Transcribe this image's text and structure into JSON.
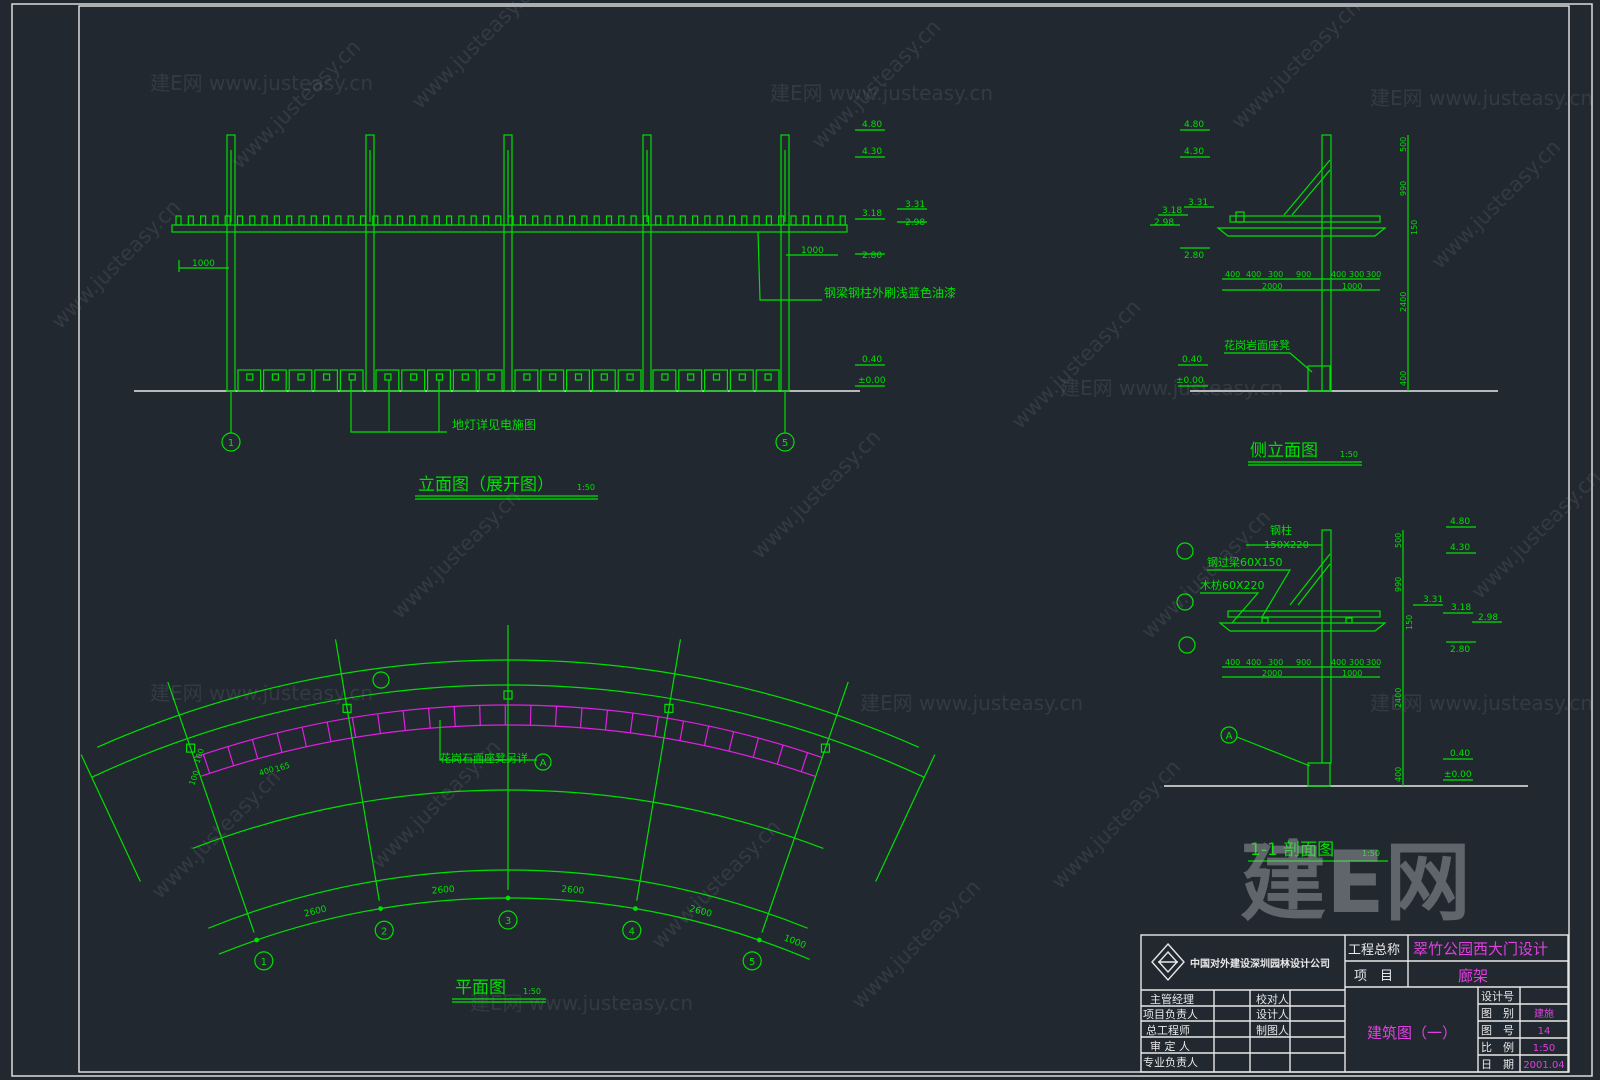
{
  "elevation": {
    "title": "立面图（展开图）",
    "scale": "1:50",
    "dims": [
      "1000",
      "1000"
    ],
    "levels": [
      "4.80",
      "4.30",
      "3.18",
      "2.80",
      "3.31",
      "2.98",
      "0.40",
      "±0.00"
    ],
    "note_paint": "钢梁钢柱外刷浅蓝色油漆",
    "note_light": "地灯详见电施图",
    "axis": [
      "1",
      "5"
    ]
  },
  "side": {
    "title": "侧立面图",
    "scale": "1:50",
    "levels": [
      "4.80",
      "4.30",
      "3.18",
      "3.31",
      "2.98",
      "2.80",
      "0.40",
      "±0.00"
    ],
    "dims_top": [
      "400",
      "400",
      "300",
      "900",
      "400",
      "300",
      "300"
    ],
    "dims_bottom": [
      "2000",
      "1000"
    ],
    "vdims": [
      "500",
      "990",
      "150",
      "2400",
      "400"
    ],
    "note_seat": "花岗岩面座凳"
  },
  "section": {
    "title": "1-1 剖面图",
    "scale": "1:50",
    "col": "钢柱",
    "col_size": "150X220",
    "beam": "钢过梁60X150",
    "wood": "木枋60X220",
    "levels": [
      "4.80",
      "4.30",
      "3.31",
      "3.18",
      "2.98",
      "2.80",
      "0.40",
      "±0.00"
    ],
    "dims_top": [
      "400",
      "400",
      "300",
      "900",
      "400",
      "300",
      "300"
    ],
    "dims_bottom": [
      "2000",
      "1000"
    ],
    "vdims": [
      "500",
      "990",
      "150",
      "2400",
      "400"
    ],
    "tag": "A"
  },
  "plan": {
    "title": "平面图",
    "scale": "1:50",
    "spans": [
      "2600",
      "2600",
      "2600",
      "2600",
      "1000"
    ],
    "axis": [
      "1",
      "2",
      "3",
      "4",
      "5"
    ],
    "note": "花岗石面座凳另详",
    "tag": "A",
    "dims": [
      "100",
      "400",
      "165",
      "100"
    ]
  },
  "titleblock": {
    "company": "中国对外建设深圳园林设计公司",
    "project_total_label": "工程总称",
    "project_total": "翠竹公园西大门设计",
    "item_label": "项　目",
    "item": "廊架",
    "roles_left": [
      "主管经理",
      "项目负责人",
      "总工程师",
      "审 定 人",
      "专业负责人"
    ],
    "roles_right": [
      "校对人",
      "设计人",
      "制图人"
    ],
    "drawing_name": "建筑图（一）",
    "fields": [
      {
        "label": "设计号",
        "value": ""
      },
      {
        "label": "图　别",
        "value": "建施"
      },
      {
        "label": "图　号",
        "value": "14"
      },
      {
        "label": "比　例",
        "value": "1:50"
      },
      {
        "label": "日　期",
        "value": "2001.04"
      }
    ]
  },
  "watermark": {
    "logo": "建E网",
    "url": "www.justeasy.cn",
    "site": "建E网 www.justeasy.cn"
  }
}
